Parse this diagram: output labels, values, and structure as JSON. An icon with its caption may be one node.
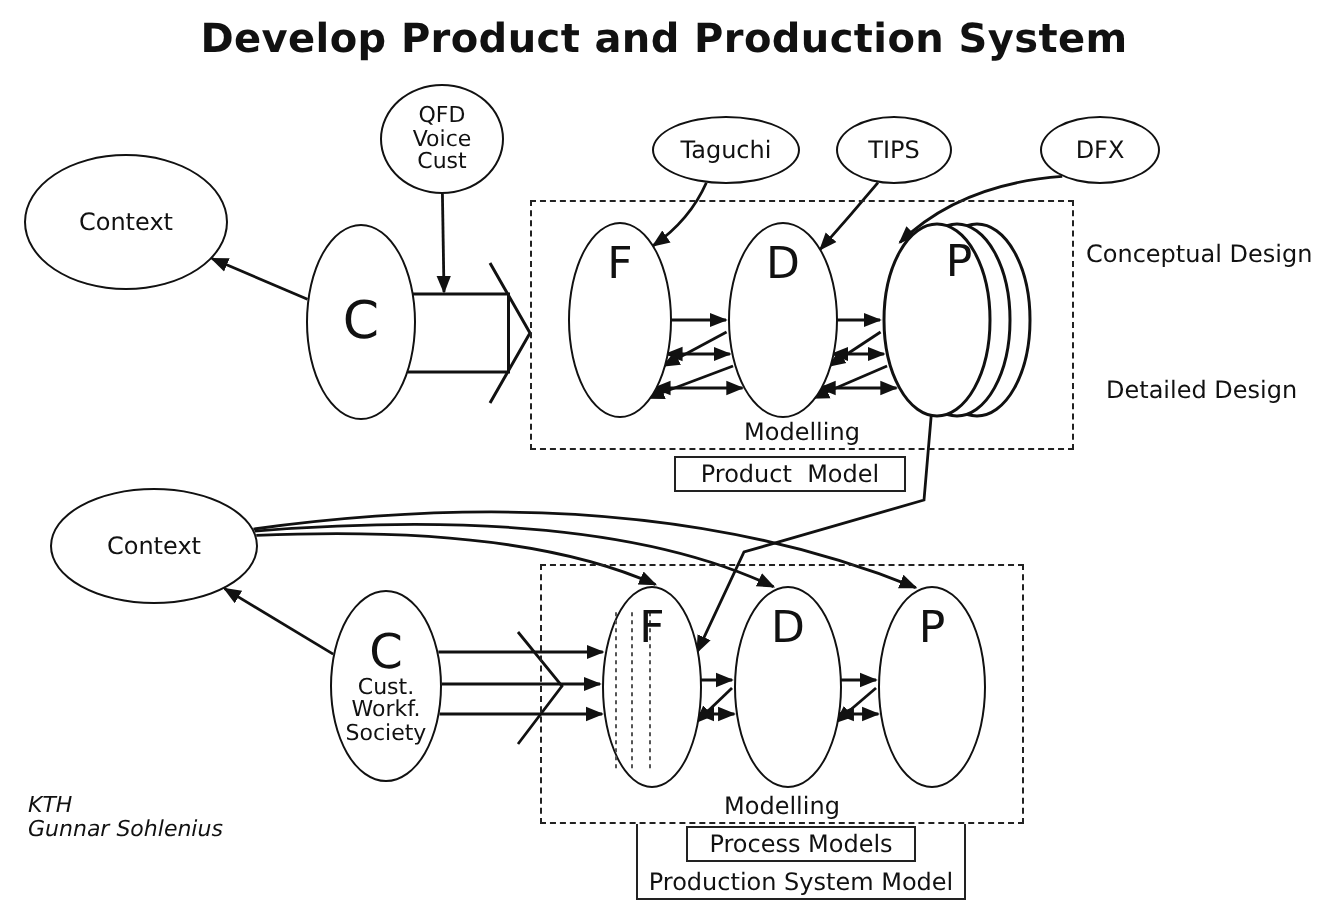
{
  "diagram": {
    "title": "Develop Product and Production System",
    "nodes": [
      {
        "text": [
          "Context"
        ]
      },
      {
        "text": [
          "QFD Voice Cust"
        ]
      },
      {
        "text": [
          "C"
        ]
      },
      {
        "text": [
          "Taguchi"
        ]
      },
      {
        "text": [
          "TIPS"
        ]
      },
      {
        "text": [
          "DFX"
        ]
      },
      {
        "text": [
          "Modelling"
        ]
      },
      {
        "text": [
          "F"
        ],
        "in": 6
      },
      {
        "text": [
          "D"
        ],
        "in": 6
      },
      {
        "text": [
          "P"
        ],
        "in": 6
      },
      {
        "text": [
          "Product  Model"
        ]
      },
      {
        "text": [
          "Context"
        ]
      },
      {
        "text": [
          "C",
          "Cust. Workf. Society"
        ]
      },
      {
        "text": [
          "Modelling"
        ]
      },
      {
        "text": [
          "F"
        ],
        "in": 13
      },
      {
        "text": [
          "D"
        ],
        "in": 13
      },
      {
        "text": [
          "P"
        ],
        "in": 13
      },
      {
        "text": [
          "Production System Model"
        ]
      },
      {
        "text": [
          "Process Models"
        ],
        "in": 17
      }
    ],
    "edges": [
      {
        "from": 2,
        "to": 0,
        "arrow": "to"
      },
      {
        "from": 1,
        "to": 2,
        "arrow": "to"
      },
      {
        "from": 2,
        "to": 6,
        "arrow": "to",
        "style": "thick"
      },
      {
        "from": 3,
        "to": 7,
        "arrow": "to"
      },
      {
        "from": 4,
        "to": 8,
        "arrow": "to"
      },
      {
        "from": 5,
        "to": 9,
        "arrow": "to"
      },
      {
        "from": 7,
        "to": 8,
        "arrow": "to"
      },
      {
        "from": 8,
        "to": 9,
        "arrow": "to"
      },
      {
        "from": 7,
        "to": 8,
        "arrow": "both"
      },
      {
        "from": 8,
        "to": 9,
        "arrow": "both"
      },
      {
        "from": 7,
        "to": 8,
        "arrow": "both"
      },
      {
        "from": 8,
        "to": 9,
        "arrow": "both"
      },
      {
        "from": 8,
        "to": 7,
        "arrow": "to"
      },
      {
        "from": 8,
        "to": 7,
        "arrow": "to"
      },
      {
        "from": 9,
        "to": 8,
        "arrow": "to"
      },
      {
        "from": 9,
        "to": 8,
        "arrow": "to"
      },
      {
        "from": 9,
        "to": 14,
        "arrow": "to"
      },
      {
        "from": 12,
        "to": 11,
        "arrow": "to"
      },
      {
        "from": 11,
        "to": 14,
        "arrow": "to"
      },
      {
        "from": 11,
        "to": 15,
        "arrow": "to"
      },
      {
        "from": 11,
        "to": 16,
        "arrow": "to"
      },
      {
        "from": 12,
        "to": 14,
        "arrow": "to"
      },
      {
        "from": 14,
        "to": 15,
        "arrow": "to"
      },
      {
        "from": 15,
        "to": 16,
        "arrow": "to"
      },
      {
        "from": 14,
        "to": 15,
        "arrow": "both"
      },
      {
        "from": 15,
        "to": 16,
        "arrow": "both"
      },
      {
        "from": 15,
        "to": 14,
        "arrow": "to"
      },
      {
        "from": 16,
        "to": 15,
        "arrow": "to"
      }
    ],
    "labels": [
      "Conceptual Design",
      "Detailed Design",
      "KTH",
      "Gunnar Sohlenius"
    ]
  }
}
